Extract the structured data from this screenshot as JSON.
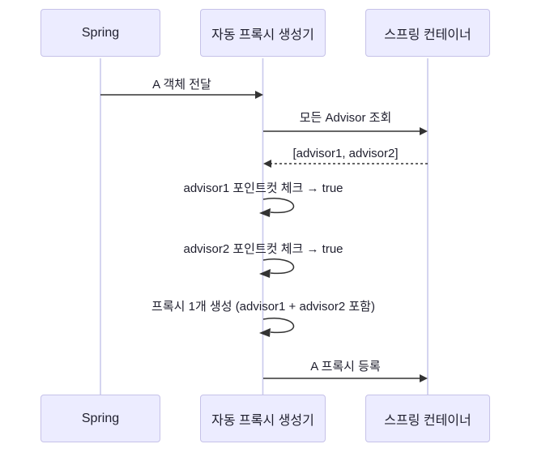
{
  "diagram": {
    "type": "sequence-diagram",
    "actors": [
      {
        "id": "spring",
        "label": "Spring"
      },
      {
        "id": "auto-proxy-creator",
        "label": "자동 프록시 생성기"
      },
      {
        "id": "spring-container",
        "label": "스프링 컨테이너"
      }
    ],
    "messages": [
      {
        "text": "A 객체 전달",
        "from": "Spring",
        "to": "자동 프록시 생성기",
        "line": "solid"
      },
      {
        "text": "모든 Advisor 조회",
        "from": "자동 프록시 생성기",
        "to": "스프링 컨테이너",
        "line": "solid"
      },
      {
        "text": "[advisor1, advisor2]",
        "from": "스프링 컨테이너",
        "to": "자동 프록시 생성기",
        "line": "dashed"
      },
      {
        "text": "advisor1 포인트컷 체크 → true",
        "from": "자동 프록시 생성기",
        "to": "자동 프록시 생성기",
        "line": "self"
      },
      {
        "text": "advisor2 포인트컷 체크 → true",
        "from": "자동 프록시 생성기",
        "to": "자동 프록시 생성기",
        "line": "self"
      },
      {
        "text": "프록시 1개 생성 (advisor1 + advisor2 포함)",
        "from": "자동 프록시 생성기",
        "to": "자동 프록시 생성기",
        "line": "self"
      },
      {
        "text": "A 프록시 등록",
        "from": "자동 프록시 생성기",
        "to": "스프링 컨테이너",
        "line": "solid"
      }
    ],
    "colors": {
      "background": "#ffffff",
      "actor_fill": "#ececff",
      "actor_border": "#c6c2e8",
      "lifeline": "#c9c9ec",
      "arrow": "#333333",
      "text": "#1f1f2e"
    }
  }
}
